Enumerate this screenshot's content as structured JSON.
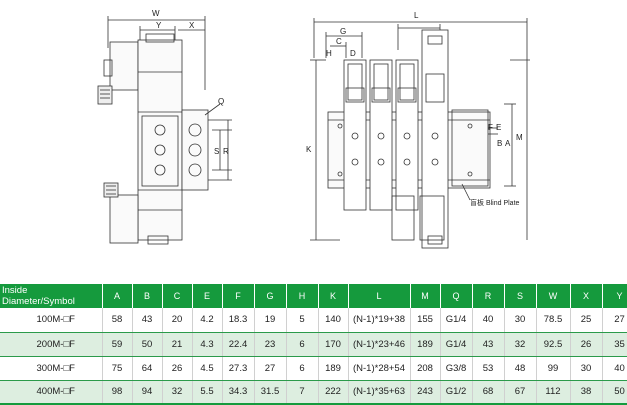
{
  "drawing": {
    "dims": [
      "W",
      "Y",
      "X",
      "Q",
      "S",
      "R",
      "L",
      "G",
      "C",
      "H",
      "D",
      "F",
      "E",
      "K",
      "A",
      "B",
      "M"
    ],
    "blind_plate_label": "盲板 Blind Plate"
  },
  "table": {
    "header_color": "#159a3d",
    "stripe_color": "#ddeee0",
    "columns": [
      "Inside Diameter/Symbol",
      "A",
      "B",
      "C",
      "E",
      "F",
      "G",
      "H",
      "K",
      "L",
      "M",
      "Q",
      "R",
      "S",
      "W",
      "X",
      "Y"
    ],
    "rows": [
      [
        "100M-□F",
        "58",
        "43",
        "20",
        "4.2",
        "18.3",
        "19",
        "5",
        "140",
        "(N-1)*19+38",
        "155",
        "G1/4",
        "40",
        "30",
        "78.5",
        "25",
        "27"
      ],
      [
        "200M-□F",
        "59",
        "50",
        "21",
        "4.3",
        "22.4",
        "23",
        "6",
        "170",
        "(N-1)*23+46",
        "189",
        "G1/4",
        "43",
        "32",
        "92.5",
        "26",
        "35"
      ],
      [
        "300M-□F",
        "75",
        "64",
        "26",
        "4.5",
        "27.3",
        "27",
        "6",
        "189",
        "(N-1)*28+54",
        "208",
        "G3/8",
        "53",
        "48",
        "99",
        "30",
        "40"
      ],
      [
        "400M-□F",
        "98",
        "94",
        "32",
        "5.5",
        "34.3",
        "31.5",
        "7",
        "222",
        "(N-1)*35+63",
        "243",
        "G1/2",
        "68",
        "67",
        "112",
        "38",
        "50"
      ]
    ]
  }
}
